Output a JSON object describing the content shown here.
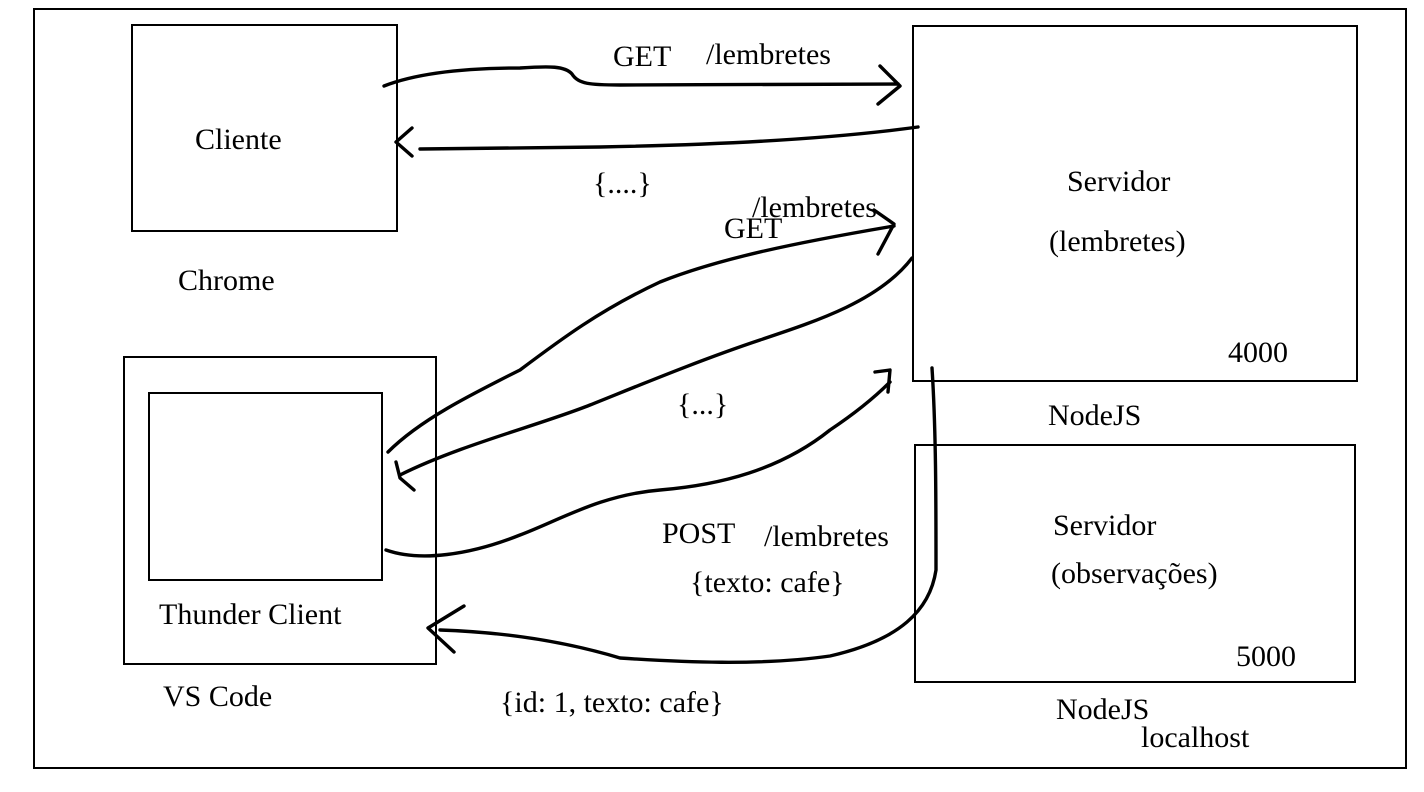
{
  "client": {
    "label": "Cliente",
    "app_label": "Chrome"
  },
  "thunder": {
    "label": "Thunder Client",
    "app_label": "VS Code"
  },
  "server_lembretes": {
    "label": "Servidor",
    "sublabel": "(lembretes)",
    "port": "4000",
    "runtime": "NodeJS"
  },
  "server_observacoes": {
    "label": "Servidor",
    "sublabel": "(observações)",
    "port": "5000",
    "runtime": "NodeJS",
    "host": "localhost"
  },
  "requests": {
    "client_get_method": "GET",
    "client_get_path": "/lembretes",
    "client_response": "{....}",
    "thunder_get_method": "GET",
    "thunder_get_path": "/lembretes",
    "thunder_get_response": "{...}",
    "thunder_post_method": "POST",
    "thunder_post_path": "/lembretes",
    "thunder_post_body": "{texto: cafe}",
    "thunder_post_response": "{id: 1, texto: cafe}"
  }
}
